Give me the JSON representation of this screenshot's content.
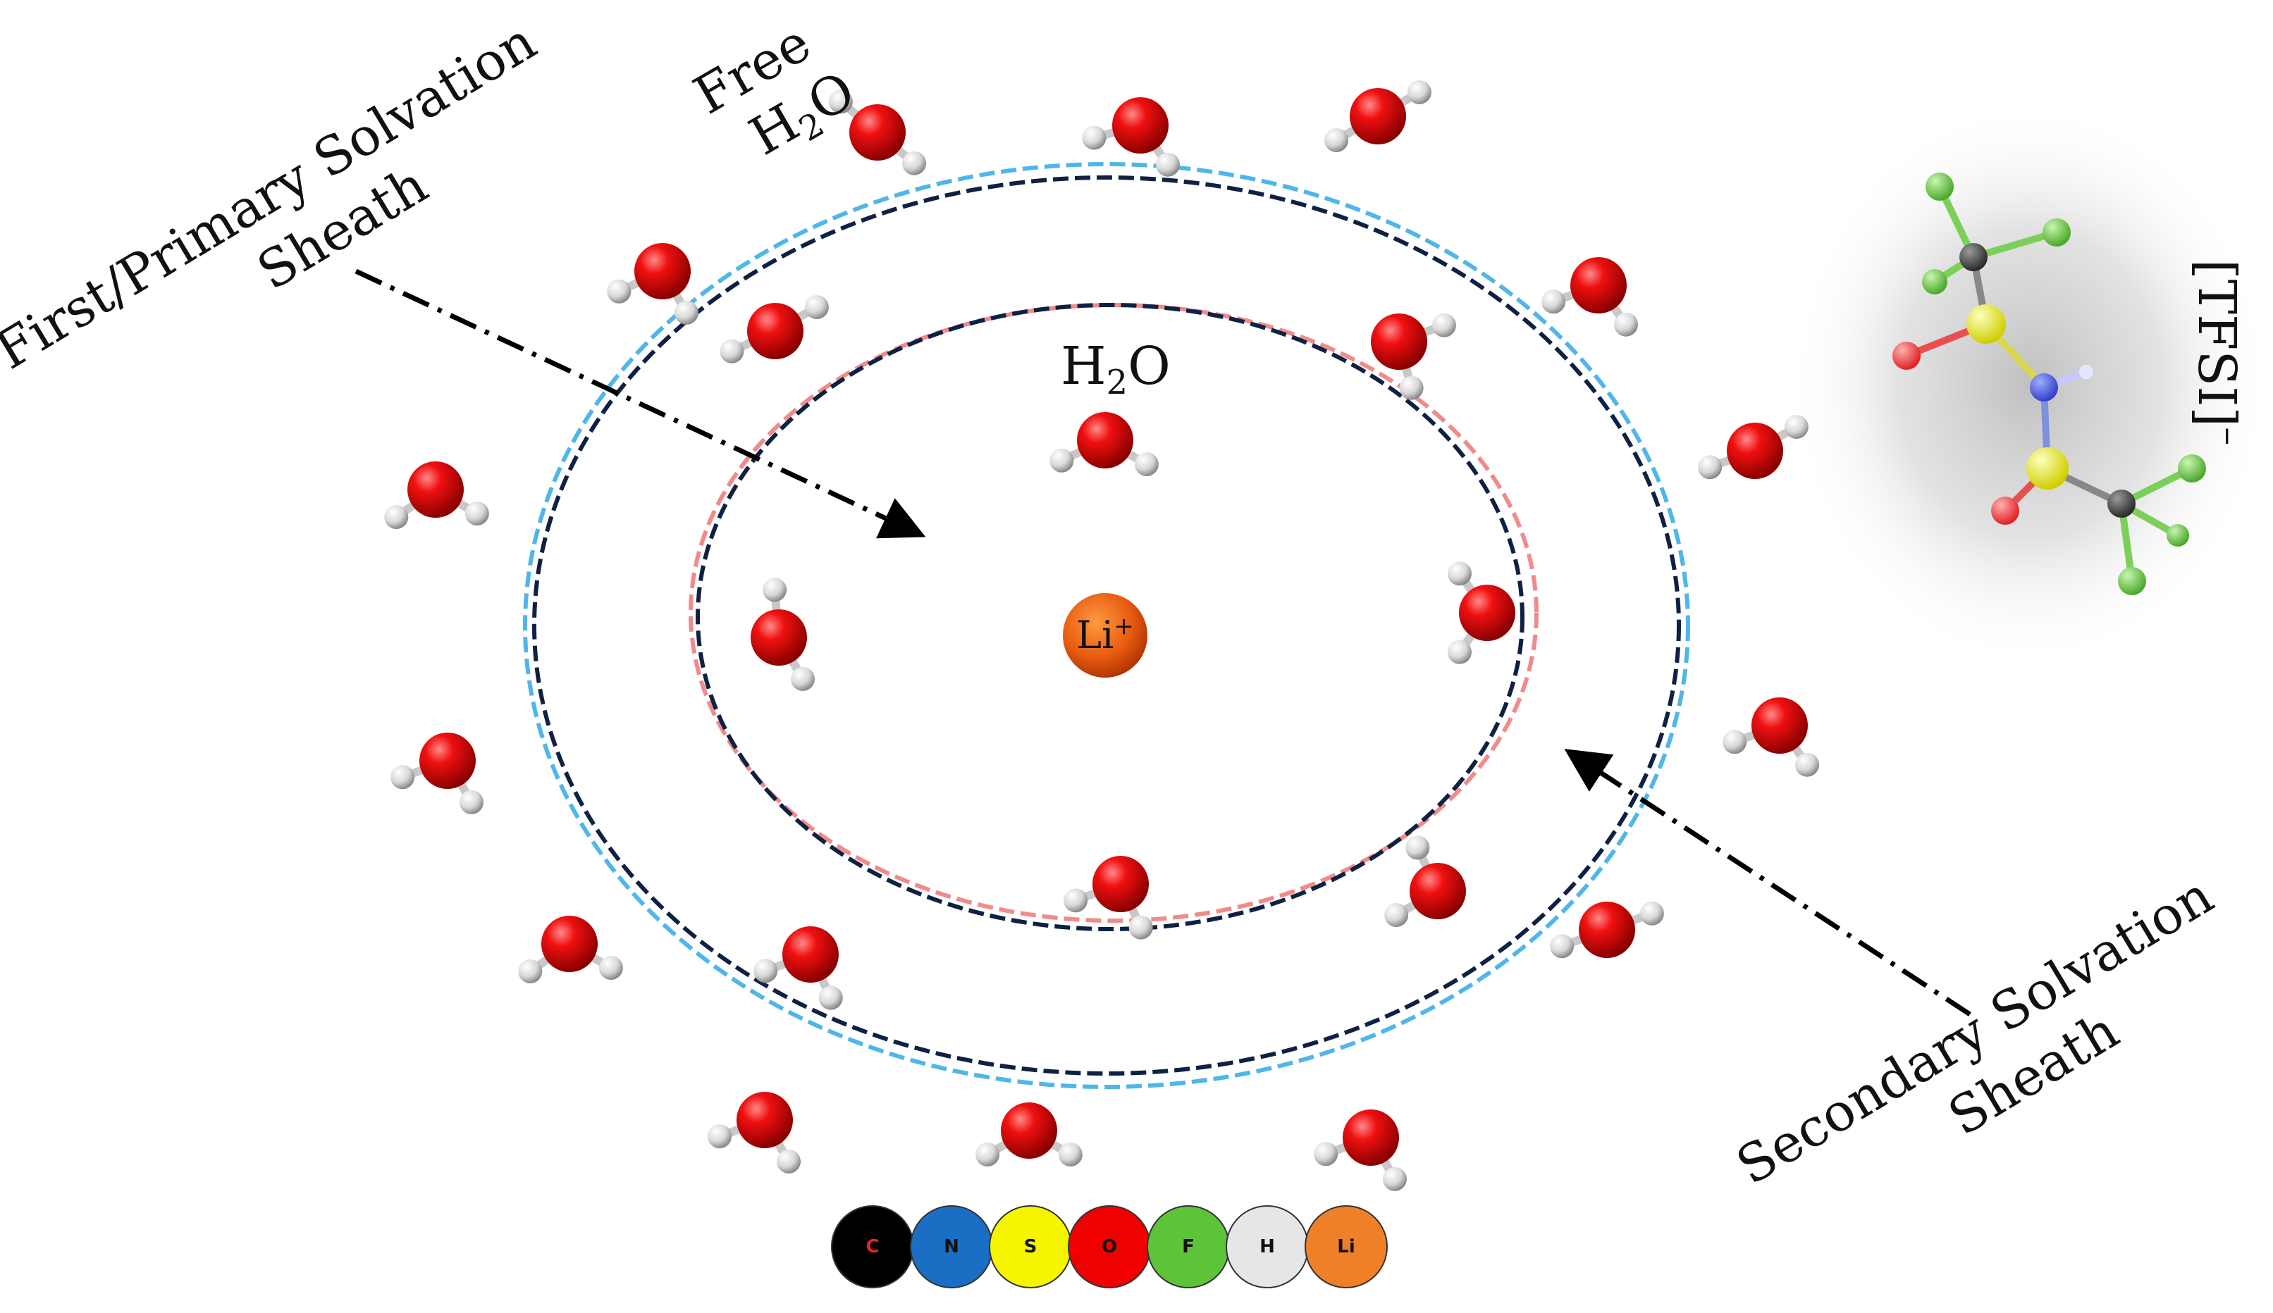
{
  "labels": {
    "free_line1": "Free",
    "free_line2_main": "H",
    "free_line2_sub": "2",
    "free_line2_end": "O",
    "primary_line1": "First/Primary Solvation",
    "primary_line2": "Sheath",
    "secondary_line1": "Secondary Solvation",
    "secondary_line2": "Sheath",
    "inner_h2o_main": "H",
    "inner_h2o_sub": "2",
    "inner_h2o_end": "O",
    "tfsi": "[TFSI]",
    "tfsi_sup": "–",
    "li_main": "Li",
    "li_sup": "+"
  },
  "legend": [
    {
      "symbol": "C",
      "color": "#000000",
      "text_color": "#e8202a"
    },
    {
      "symbol": "N",
      "color": "#1a6fc4",
      "text_color": "#111111"
    },
    {
      "symbol": "S",
      "color": "#f5f500",
      "text_color": "#111111"
    },
    {
      "symbol": "O",
      "color": "#f00000",
      "text_color": "#111111"
    },
    {
      "symbol": "F",
      "color": "#5dc43a",
      "text_color": "#111111"
    },
    {
      "symbol": "H",
      "color": "#e6e6e6",
      "text_color": "#111111"
    },
    {
      "symbol": "Li",
      "color": "#f08028",
      "text_color": "#111111"
    }
  ],
  "colors": {
    "oxygen": "#e00000",
    "hydrogen": "#e2e2e2",
    "lithium": "#e85a10",
    "ring_light_blue": "#4fb6ea",
    "ring_navy": "#0f2143",
    "ring_pink": "#f08b8b"
  }
}
